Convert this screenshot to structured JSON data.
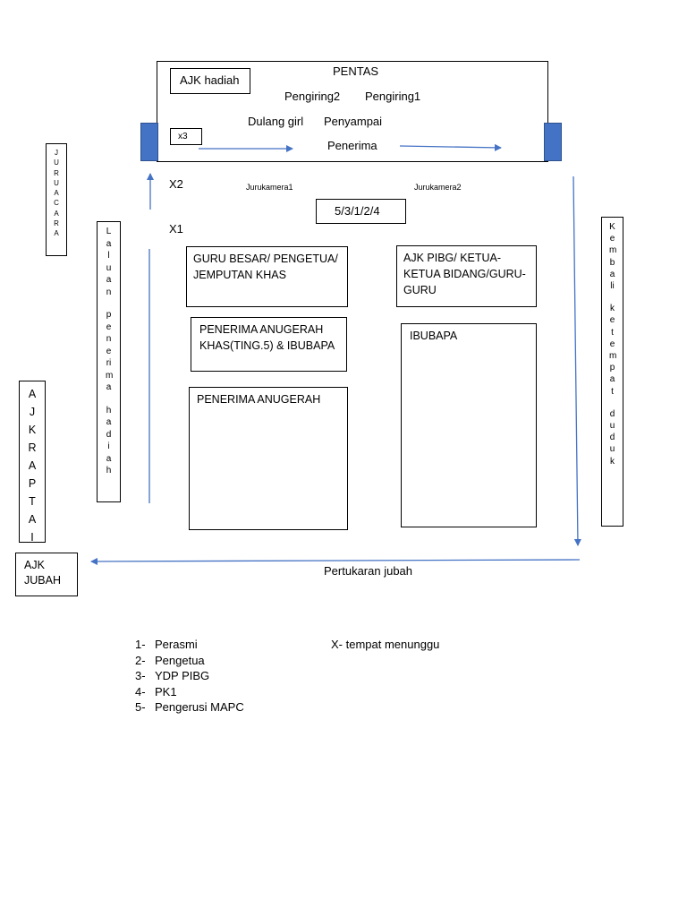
{
  "stage": {
    "title": "PENTAS",
    "ajk_hadiah": "AJK hadiah",
    "pengiring2": "Pengiring2",
    "pengiring1": "Pengiring1",
    "dulang_girl": "Dulang girl",
    "penyampai": "Penyampai",
    "x3": "x3",
    "penerima": "Penerima"
  },
  "markers": {
    "x2": "X2",
    "x1": "X1",
    "jurukamera1": "Jurukamera1",
    "jurukamera2": "Jurukamera2",
    "order": "5/3/1/2/4"
  },
  "side_labels": {
    "juruacara": "JURUACARA",
    "laluan_penerima_hadiah": [
      "Laluan",
      "penerima",
      "hadiah"
    ],
    "kembali_ketempat_duduk": [
      "Kembali",
      "ketempat",
      "duduk"
    ],
    "ajk_raptai": [
      "AJK",
      "RAPTAI"
    ],
    "ajk_jubah": "AJK JUBAH"
  },
  "seating": {
    "guru_besar": "GURU BESAR/ PENGETUA/ JEMPUTAN KHAS",
    "ajk_pibg": "AJK PIBG/ KETUA-KETUA BIDANG/GURU-GURU",
    "penerima_khas": "PENERIMA ANUGERAH KHAS(TING.5) & IBUBAPA",
    "ibubapa": "IBUBAPA",
    "penerima_anugerah": "PENERIMA ANUGERAH"
  },
  "pertukaran_jubah": "Pertukaran jubah",
  "legend": {
    "items": [
      {
        "num": "1-",
        "label": "Perasmi"
      },
      {
        "num": "2-",
        "label": "Pengetua"
      },
      {
        "num": "3-",
        "label": "YDP PIBG"
      },
      {
        "num": "4-",
        "label": "PK1"
      },
      {
        "num": "5-",
        "label": "Pengerusi MAPC"
      }
    ],
    "note": "X- tempat menunggu"
  },
  "colors": {
    "arrow": "#4472c4",
    "pillar": "#4472c4"
  }
}
